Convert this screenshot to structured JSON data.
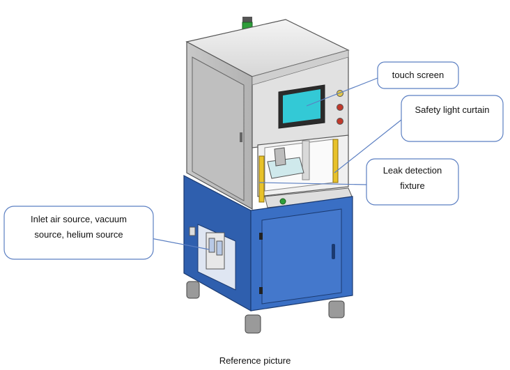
{
  "callouts": {
    "touch_screen": "touch screen",
    "safety_light_curtain": "Safety light curtain",
    "leak_detection_line1": "Leak detection",
    "leak_detection_line2": "fixture",
    "inlet_line1": "Inlet air source, vacuum",
    "inlet_line2": "source, helium source"
  },
  "caption": "Reference picture",
  "colors": {
    "cabinet_blue": "#3a6fc4",
    "upper_grey": "#dcdcdc",
    "screen_cyan": "#33c9d6",
    "curtain_yellow": "#e8c22a",
    "callout_border": "#5b7fc2",
    "signal_green": "#2e9e3a"
  }
}
